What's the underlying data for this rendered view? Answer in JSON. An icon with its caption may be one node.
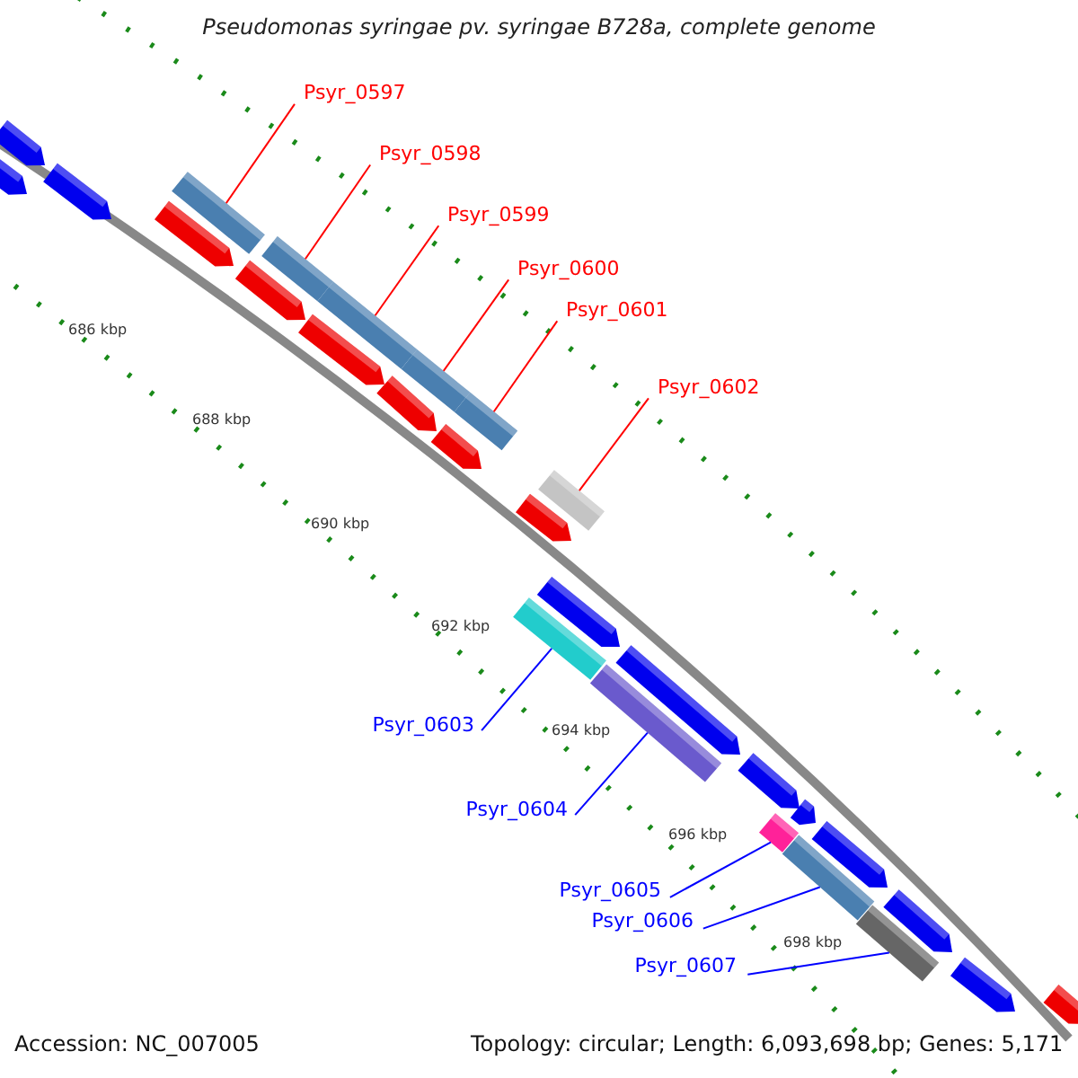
{
  "diagram": {
    "title": "Pseudomonas syringae pv. syringae B728a, complete genome",
    "nodes": [
      {
        "text": [
          "Psyr_0597"
        ]
      },
      {
        "text": [],
        "shape": "bar"
      },
      {
        "text": [
          "Psyr_0598"
        ]
      },
      {
        "text": [],
        "shape": "bar"
      },
      {
        "text": [
          "Psyr_0599"
        ]
      },
      {
        "text": [],
        "shape": "bar"
      },
      {
        "text": [
          "Psyr_0600"
        ]
      },
      {
        "text": [],
        "shape": "bar"
      },
      {
        "text": [
          "Psyr_0601"
        ]
      },
      {
        "text": [],
        "shape": "bar"
      },
      {
        "text": [
          "Psyr_0602"
        ]
      },
      {
        "text": [],
        "shape": "bar"
      },
      {
        "text": [
          "Psyr_0603"
        ]
      },
      {
        "text": [],
        "shape": "bar"
      },
      {
        "text": [
          "Psyr_0604"
        ]
      },
      {
        "text": [],
        "shape": "bar"
      },
      {
        "text": [
          "Psyr_0605"
        ]
      },
      {
        "text": [],
        "shape": "bar"
      },
      {
        "text": [
          "Psyr_0606"
        ]
      },
      {
        "text": [],
        "shape": "bar"
      },
      {
        "text": [
          "Psyr_0607"
        ]
      },
      {
        "text": [],
        "shape": "bar"
      }
    ],
    "edges": [
      {
        "from": 0,
        "to": 1,
        "arrow": "none"
      },
      {
        "from": 2,
        "to": 3,
        "arrow": "none"
      },
      {
        "from": 4,
        "to": 5,
        "arrow": "none"
      },
      {
        "from": 6,
        "to": 7,
        "arrow": "none"
      },
      {
        "from": 8,
        "to": 9,
        "arrow": "none"
      },
      {
        "from": 10,
        "to": 11,
        "arrow": "none"
      },
      {
        "from": 12,
        "to": 13,
        "arrow": "none",
        "color": "#0000ff"
      },
      {
        "from": 14,
        "to": 15,
        "arrow": "none",
        "color": "#0000ff"
      },
      {
        "from": 16,
        "to": 17,
        "arrow": "none",
        "color": "#0000ff"
      },
      {
        "from": 18,
        "to": 19,
        "arrow": "none",
        "color": "#0000ff"
      },
      {
        "from": 20,
        "to": 21,
        "arrow": "none",
        "color": "#0000ff"
      }
    ],
    "labels": [
      "686 kbp",
      "688 kbp",
      "690 kbp",
      "692 kbp",
      "694 kbp",
      "696 kbp",
      "698 kbp",
      "Accession: NC_007005",
      "Topology: circular; Length: 6,093,698 bp; Genes: 5,171"
    ]
  }
}
